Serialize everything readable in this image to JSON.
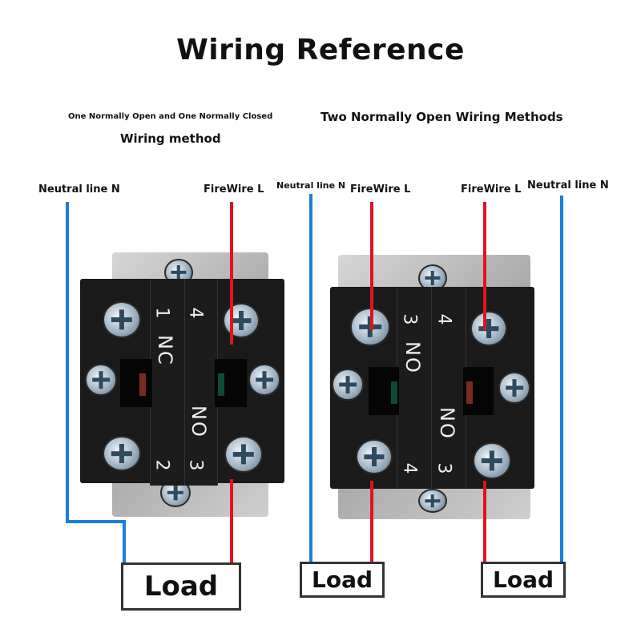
{
  "title": "Wiring Reference",
  "left_section": {
    "heading_line1": "One Normally Open and One Normally Closed",
    "heading_line2": "Wiring method",
    "neutral_label": "Neutral line N",
    "fire_label": "FireWire L",
    "terminals": {
      "t1": "1",
      "t4": "4",
      "t2": "2",
      "t3": "3",
      "nc": "NC",
      "no": "NO"
    },
    "load_label": "Load"
  },
  "right_section": {
    "heading": "Two Normally Open Wiring Methods",
    "neutral_left_label": "Neutral line N",
    "fire_left_label": "FireWire L",
    "fire_right_label": "FireWire L",
    "neutral_right_label": "Neutral line N",
    "terminals": {
      "t3a": "3",
      "t4a": "4",
      "t4b": "4",
      "t3b": "3",
      "no_a": "NO",
      "no_b": "NO"
    },
    "load_left_label": "Load",
    "load_right_label": "Load"
  },
  "colors": {
    "neutral_wire": "#1a7ee0",
    "fire_wire": "#e0141a",
    "load_border": "#333333"
  }
}
